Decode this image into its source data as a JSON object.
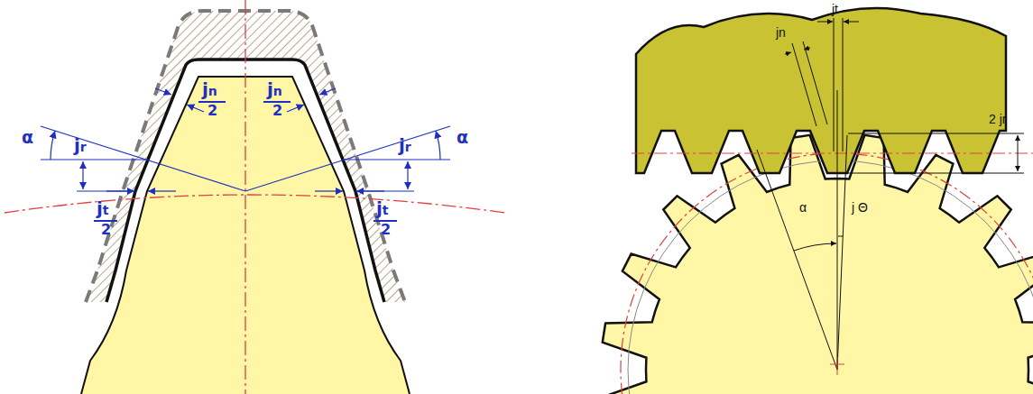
{
  "diagram": {
    "labels": [
      "α",
      "jr",
      "jn",
      "2",
      "jn",
      "2",
      "jr",
      "α",
      "jt",
      "2",
      "jt",
      "2",
      "jt",
      "jn",
      "2 jr",
      "α",
      "j Θ"
    ]
  }
}
